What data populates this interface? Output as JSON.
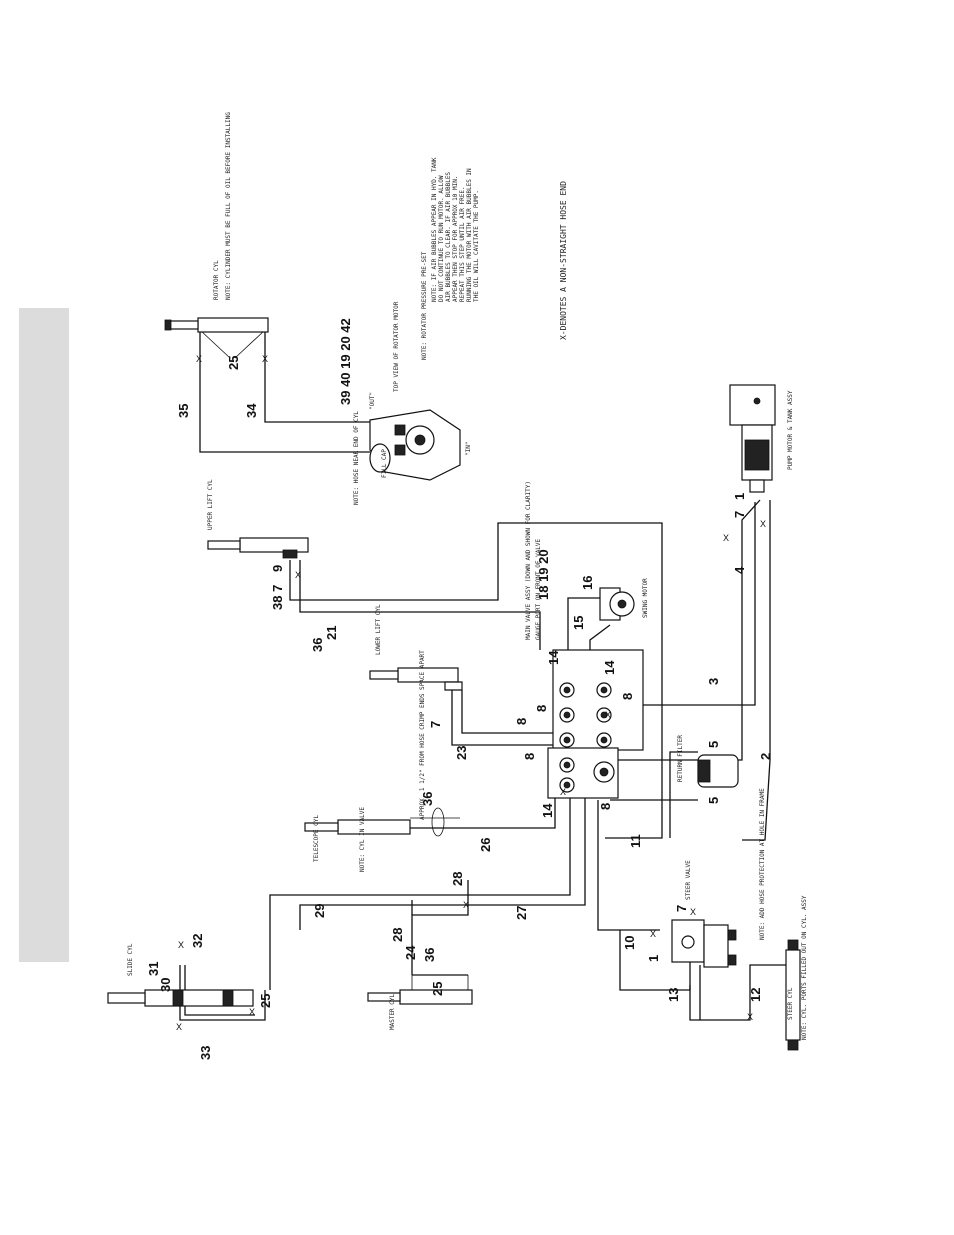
{
  "callouts": [
    {
      "id": "c35",
      "text": "35"
    },
    {
      "id": "c34",
      "text": "34"
    },
    {
      "id": "c25a",
      "text": "25"
    },
    {
      "id": "c39",
      "text": "39 40 19 20 42"
    },
    {
      "id": "c9",
      "text": "9"
    },
    {
      "id": "c387",
      "text": "38 7"
    },
    {
      "id": "c36a",
      "text": "36"
    },
    {
      "id": "c21",
      "text": "21"
    },
    {
      "id": "c181920",
      "text": "18 19 20"
    },
    {
      "id": "c16",
      "text": "16"
    },
    {
      "id": "c15",
      "text": "15"
    },
    {
      "id": "c14a",
      "text": "14"
    },
    {
      "id": "c14b",
      "text": "14"
    },
    {
      "id": "c8a",
      "text": "8"
    },
    {
      "id": "c8b",
      "text": "8"
    },
    {
      "id": "c8c",
      "text": "8"
    },
    {
      "id": "c8d",
      "text": "8"
    },
    {
      "id": "c8e",
      "text": "8"
    },
    {
      "id": "c7a",
      "text": "7"
    },
    {
      "id": "c23",
      "text": "23"
    },
    {
      "id": "c14c",
      "text": "14"
    },
    {
      "id": "c3",
      "text": "3"
    },
    {
      "id": "c4",
      "text": "4"
    },
    {
      "id": "c7b",
      "text": "7"
    },
    {
      "id": "c1a",
      "text": "1"
    },
    {
      "id": "c5a",
      "text": "5"
    },
    {
      "id": "c5b",
      "text": "5"
    },
    {
      "id": "c2",
      "text": "2"
    },
    {
      "id": "c11",
      "text": "11"
    },
    {
      "id": "c36b",
      "text": "36"
    },
    {
      "id": "c26",
      "text": "26"
    },
    {
      "id": "c28a",
      "text": "28"
    },
    {
      "id": "c29",
      "text": "29"
    },
    {
      "id": "c27",
      "text": "27"
    },
    {
      "id": "c28b",
      "text": "28"
    },
    {
      "id": "c24",
      "text": "24"
    },
    {
      "id": "c36c",
      "text": "36"
    },
    {
      "id": "c25b",
      "text": "25"
    },
    {
      "id": "c32",
      "text": "32"
    },
    {
      "id": "c31",
      "text": "31"
    },
    {
      "id": "c30",
      "text": "30"
    },
    {
      "id": "c25c",
      "text": "25"
    },
    {
      "id": "c33",
      "text": "33"
    },
    {
      "id": "c10",
      "text": "10"
    },
    {
      "id": "c1b",
      "text": "1"
    },
    {
      "id": "c7c",
      "text": "7"
    },
    {
      "id": "c13",
      "text": "13"
    },
    {
      "id": "c12",
      "text": "12"
    }
  ],
  "notes": {
    "legend": "X-DENOTES A NON-STRAIGHT HOSE END",
    "rotator_note_1": "NOTE: ROTATOR PRESSURE PRE-SET",
    "rotator_note_2": "NOTE: IF AIR BUBBLES APPEAR IN HYD. TANK",
    "rotator_note_3": "DO NOT CONTINUE TO RUN MOTOR. ALLOW",
    "rotator_note_4": "AIR BUBBLES TO CLEAR. IF AIR BUBBLES",
    "rotator_note_5": "APPEAR THEN STOP FOR APPROX 10 MIN.",
    "rotator_note_6": "REPEAT THIS STEP UNTIL AIR FREE.",
    "rotator_note_7": "RUNNING THE MOTOR WITH AIR BUBBLES IN",
    "rotator_note_8": "THE OIL WILL CAVITATE THE PUMP.",
    "rotator_top_view": "TOP VIEW OF ROTATOR MOTOR",
    "rotator_cyl": "ROTATOR CYL",
    "rotator_cyl_note": "NOTE: CYLINDER MUST BE FULL OF OIL BEFORE INSTALLING",
    "upper_lift": "UPPER LIFT CYL",
    "lower_lift": "LOWER LIFT CYL",
    "main_valve": "MAIN VALVE ASSY (DOWN AND SHOWN FOR CLARITY)",
    "gauge_port": "GAUGE PORT ON FRONT OF VALVE",
    "swing_motor": "SWING MOTOR",
    "pump_motor": "PUMP MOTOR & TANK ASSY",
    "return_filter": "RETURN FILTER",
    "approx": "APPROX. 1 1/2\" FROM HOSE CRIMP ENDS SPACE APART",
    "telescope": "TELESCOPE CYL",
    "note_cyl": "NOTE: CYL IN VALVE",
    "steer_valve": "STEER VALVE",
    "steer_note": "NOTE: ADD HOSE PROTECTION AT HOLE IN FRAME",
    "steer_cyl": "STEER CYL",
    "steer_cyl_note": "NOTE: CYL. PORTS FILLED OUT ON CYL. ASSY",
    "slide_cyl": "SLIDE CYL",
    "master_cyl": "MASTER CYL",
    "fill_cap": "FILL CAP",
    "out_label": "\"OUT\"",
    "in_label": "\"IN\"",
    "rotator_hose_note": "NOTE: HOSE NEAR END OF CYL",
    "x_mark": "X"
  }
}
